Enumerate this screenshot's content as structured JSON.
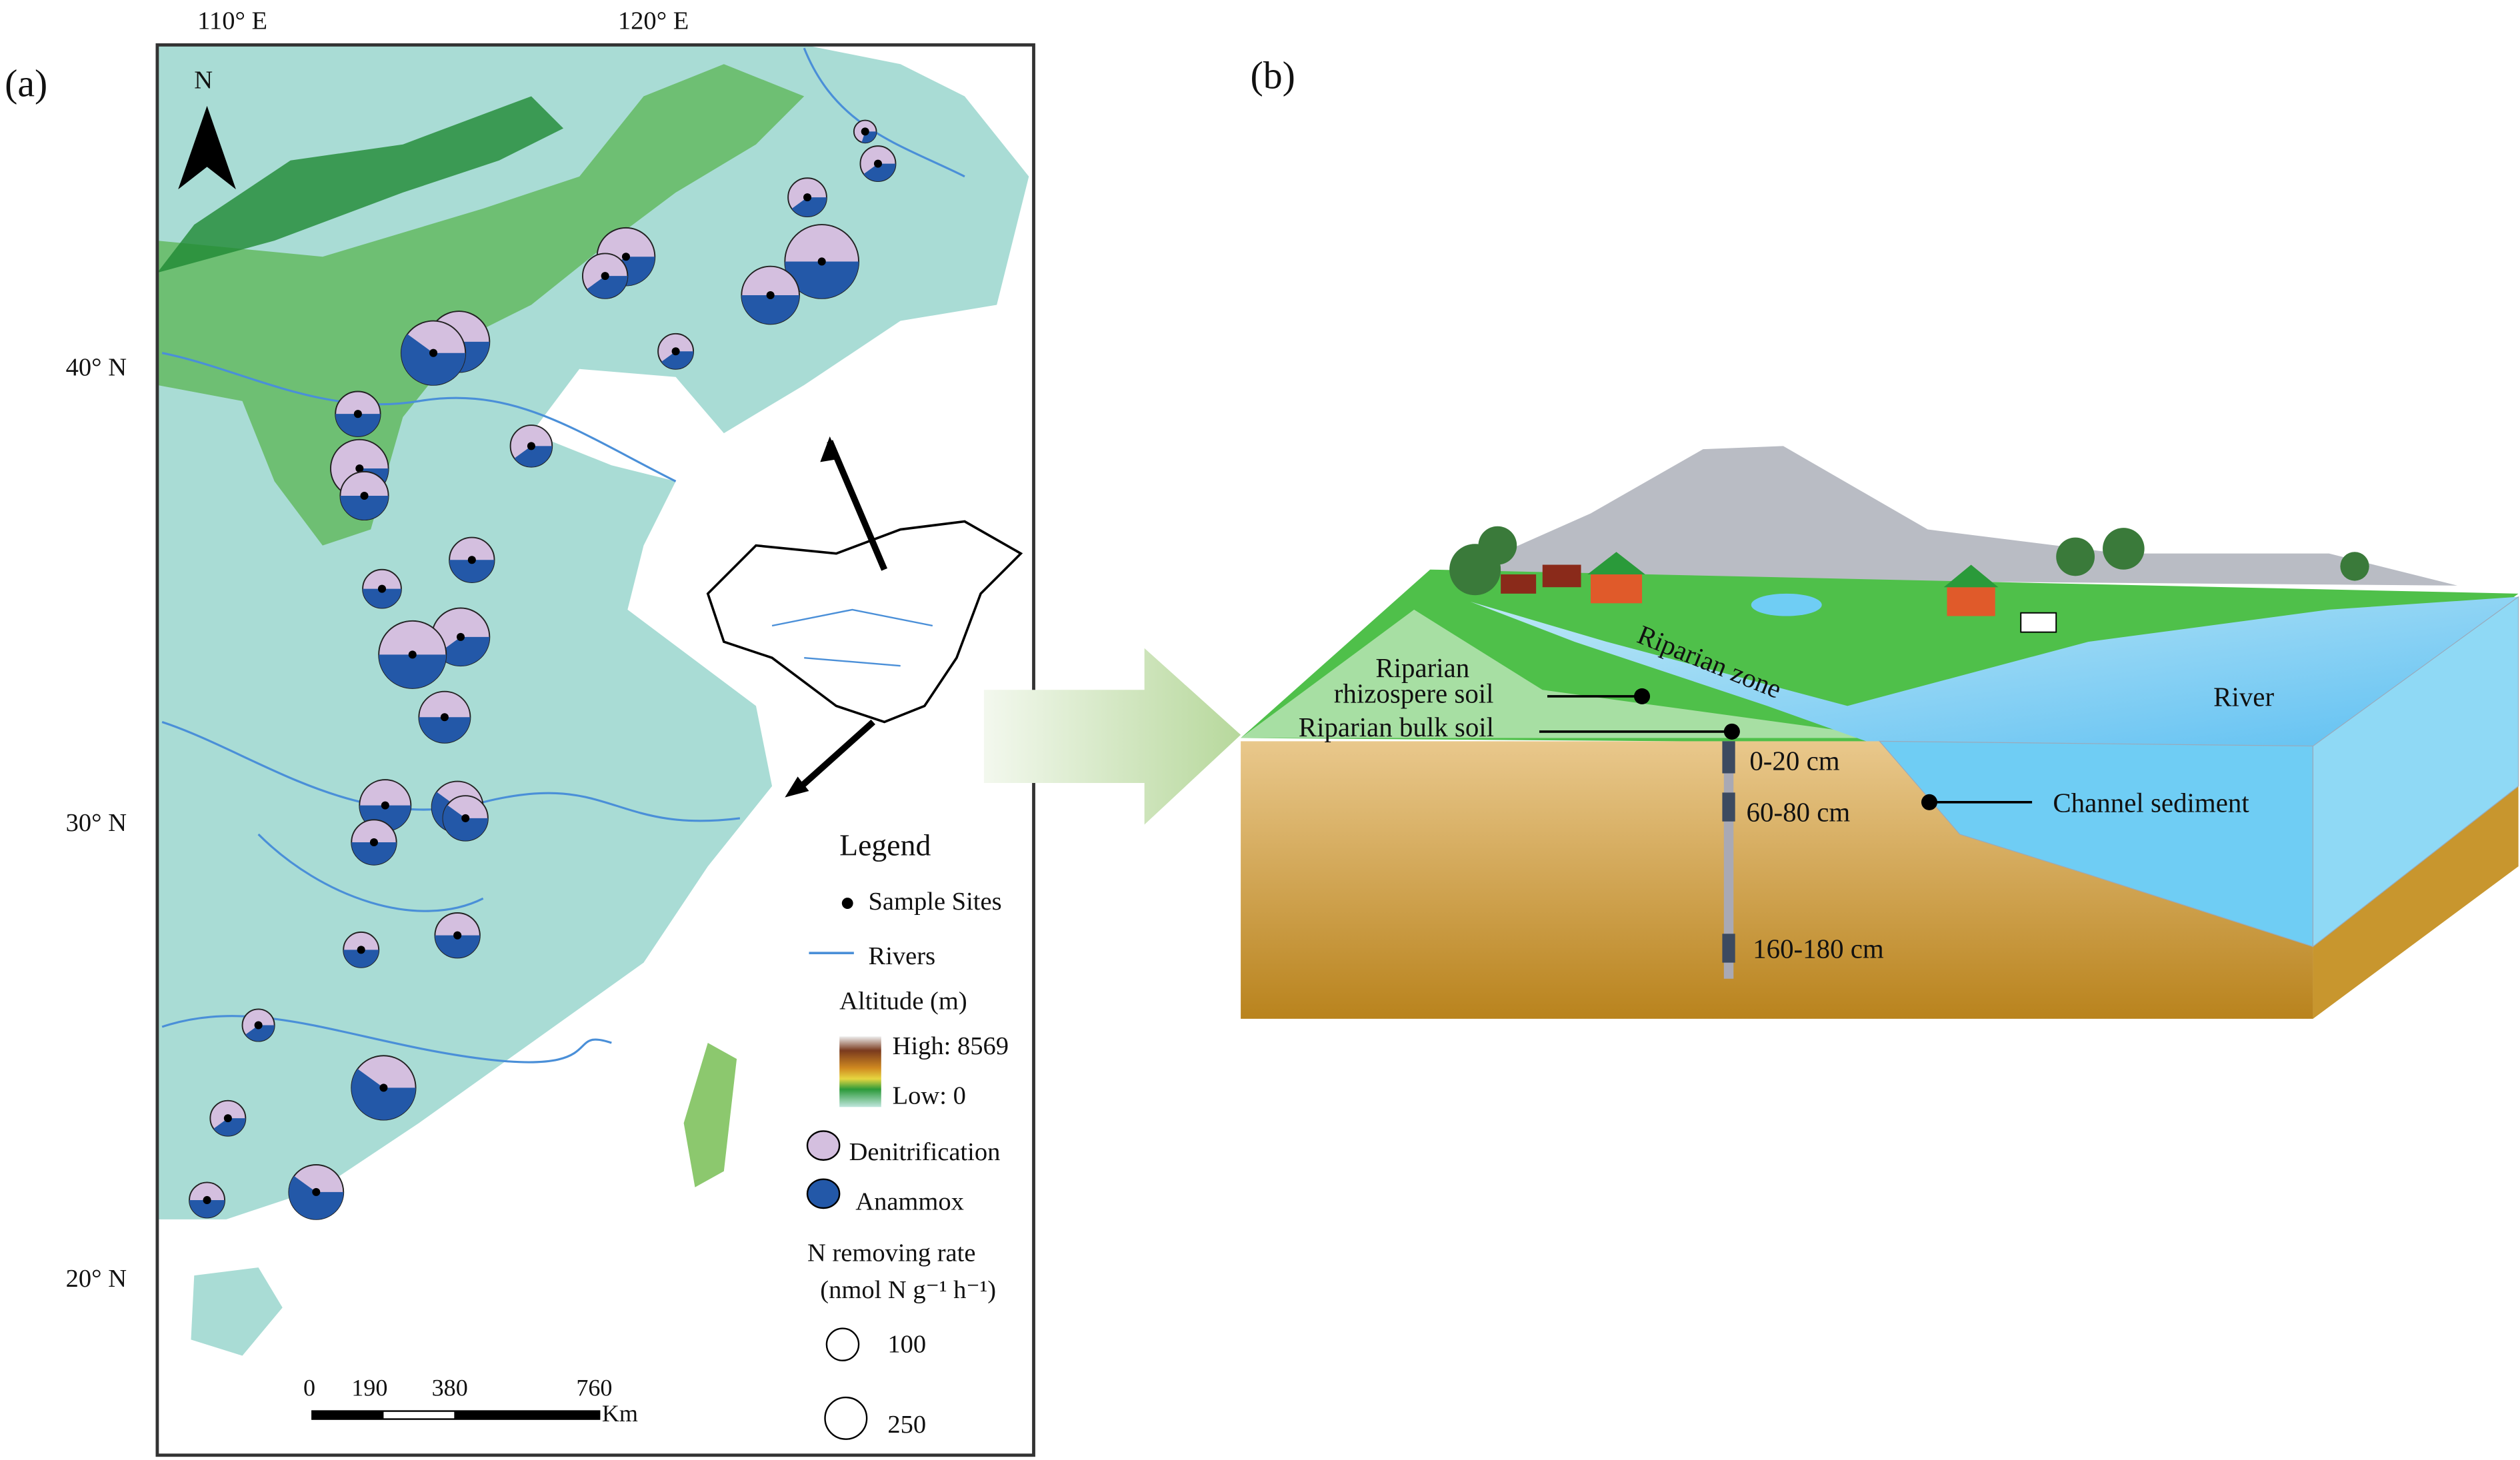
{
  "panel_a": {
    "label": "(a)",
    "lon_labels": [
      "110° E",
      "120° E"
    ],
    "lat_labels": [
      "40° N",
      "30° N",
      "20° N"
    ],
    "north_label": "N",
    "scale_bar": {
      "ticks": [
        "0",
        "190",
        "380",
        "760"
      ],
      "unit": "Km"
    },
    "legend": {
      "title": "Legend",
      "sample_sites": "Sample Sites",
      "rivers": "Rivers",
      "altitude_title": "Altitude (m)",
      "altitude_high": "High: 8569",
      "altitude_low": "Low: 0",
      "denitrification": "Denitrification",
      "anammox": "Anammox",
      "rate_title": "N removing rate",
      "rate_unit": "(nmol N g⁻¹ h⁻¹)",
      "size_small": "100",
      "size_large": "250"
    },
    "colors": {
      "denitrification": "#d4bfdf",
      "anammox": "#2358a8",
      "river": "#4a8fd8",
      "land_low": "#a9dcd5"
    }
  },
  "panel_b": {
    "label": "(b)",
    "labels": {
      "rhizosphere_1": "Riparian",
      "rhizosphere_2": "rhizospere soil",
      "bulk": "Riparian bulk soil",
      "zone": "Riparian zone",
      "river": "River",
      "channel": "Channel sediment",
      "depth_1": "0-20 cm",
      "depth_2": "60-80 cm",
      "depth_3": "160-180 cm"
    }
  }
}
